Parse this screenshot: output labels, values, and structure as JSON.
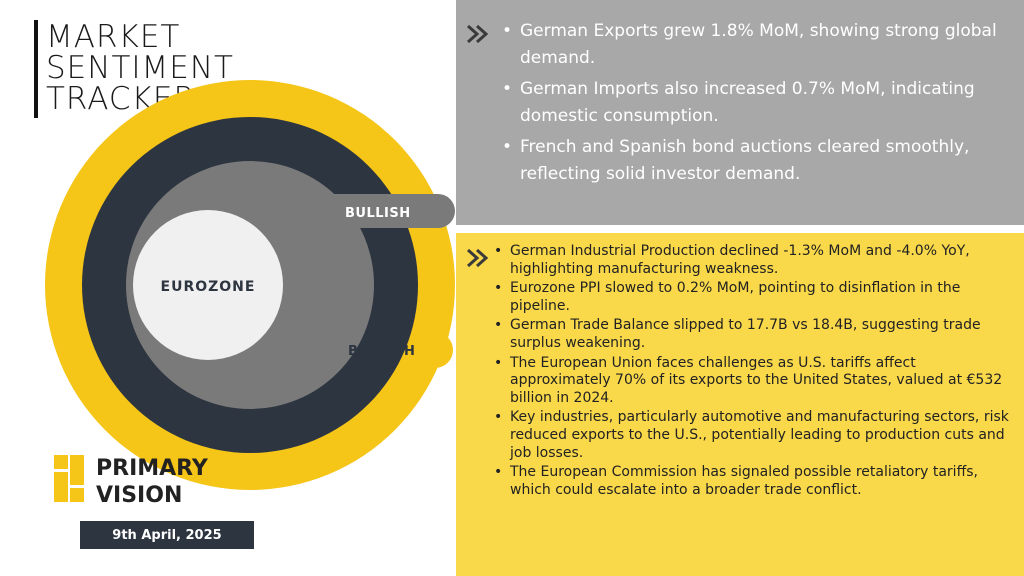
{
  "header": {
    "title_lines": [
      "MARKET",
      "SENTIMENT",
      "TRACKER"
    ]
  },
  "gauge": {
    "center_label": "EUROZONE",
    "bullish_label": "BULLISH",
    "bearish_label": "BEARISH"
  },
  "brand": {
    "name_lines": [
      "PRIMARY",
      "VISION"
    ],
    "date": "9th April, 2025"
  },
  "bullish_points": [
    "German Exports grew 1.8% MoM, showing strong global demand.",
    "German Imports also increased 0.7% MoM, indicating domestic consumption.",
    "French and Spanish bond auctions cleared smoothly, reflecting solid investor demand."
  ],
  "bearish_points": [
    "German Industrial Production declined -1.3% MoM and -4.0% YoY, highlighting manufacturing weakness.",
    "Eurozone PPI slowed to 0.2% MoM, pointing to disinflation in the pipeline.",
    "German Trade Balance slipped to 17.7B vs 18.4B, suggesting trade surplus weakening.",
    "The European Union faces challenges as U.S. tariffs affect approximately 70% of its exports to the United States, valued at €532 billion in 2024.",
    "Key industries, particularly automotive and manufacturing sectors, risk reduced exports to the U.S., potentially leading to production cuts and job losses.",
    "The European Commission has signaled possible retaliatory tariffs, which could escalate into a broader trade conflict."
  ],
  "colors": {
    "accent_yellow": "#f9d84a",
    "ring_yellow": "#f5c518",
    "ring_dark": "#2d3540",
    "ring_gray": "#7a7a7a",
    "panel_gray": "#a8a8a8"
  },
  "icons": {
    "bullet_marker": "double-chevron-right-icon"
  }
}
